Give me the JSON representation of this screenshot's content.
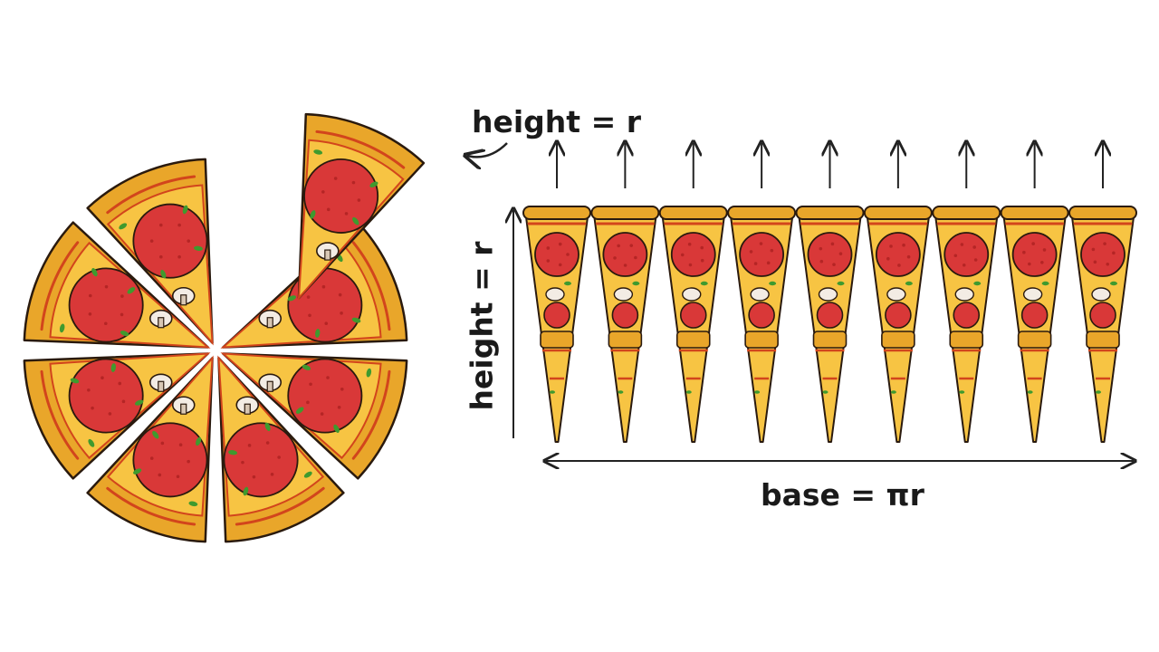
{
  "labels": {
    "top_height": "height = r",
    "side_height": "height = r",
    "base": "base = πr"
  },
  "pizza": {
    "slice_count": 8,
    "cone_count": 9,
    "colors": {
      "crust": "#e9a62a",
      "cheese": "#f7c443",
      "sauce_edge": "#d2451c",
      "pepperoni": "#d93838",
      "pepperoni_spot": "#b52525",
      "mushroom": "#f3ece4",
      "mushroom_stem": "#d8c7b4",
      "basil": "#3f9a2e",
      "outline": "#2a1a0e",
      "arrow": "#222222"
    }
  }
}
